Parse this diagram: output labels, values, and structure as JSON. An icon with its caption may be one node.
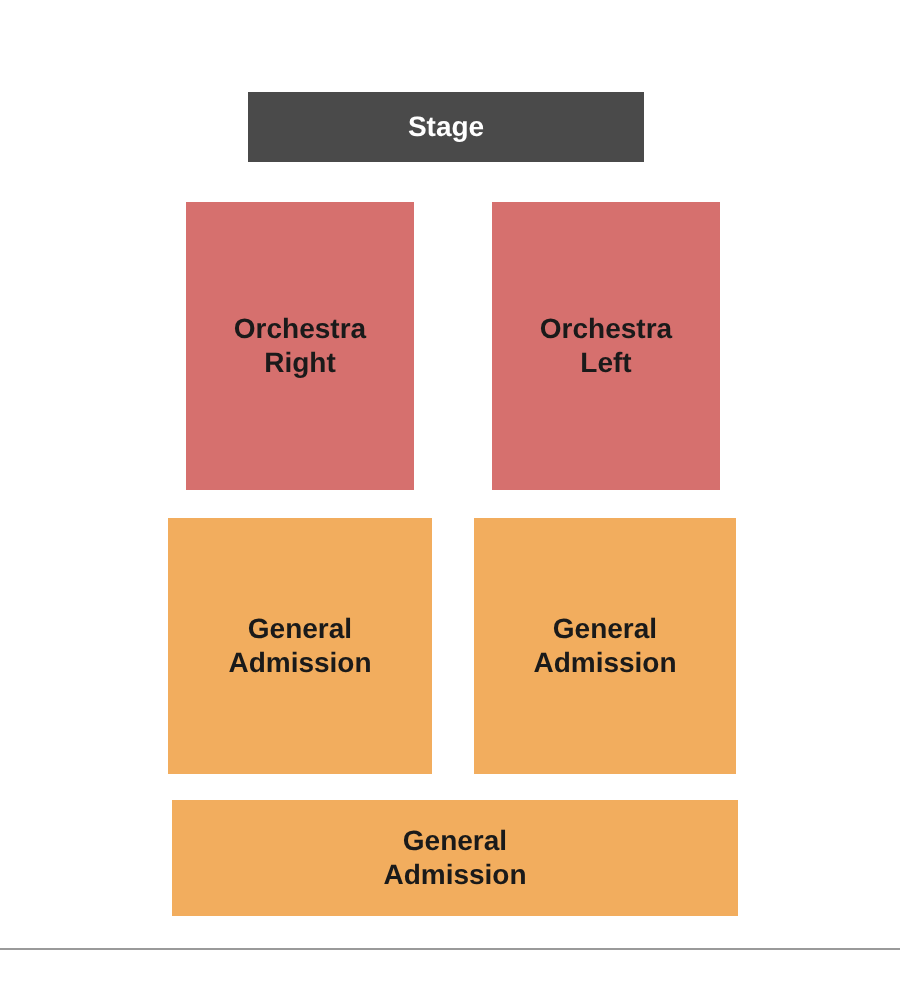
{
  "diagram": {
    "nodes": [
      {
        "text": [
          "Stage"
        ]
      },
      {
        "text": [
          "Orchestra Right"
        ]
      },
      {
        "text": [
          "Orchestra Left"
        ]
      },
      {
        "text": [
          "General Admission"
        ]
      },
      {
        "text": [
          "General Admission"
        ]
      },
      {
        "text": [
          "General Admission"
        ]
      }
    ]
  }
}
